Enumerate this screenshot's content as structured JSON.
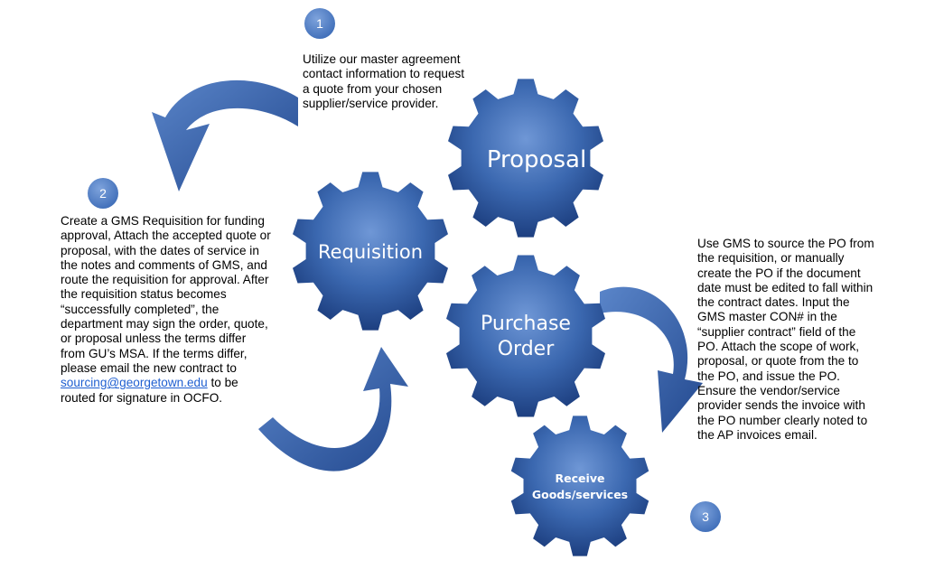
{
  "steps": [
    {
      "number": "1",
      "text": "Utilize our master agreement contact information to request a quote from your chosen supplier/service provider."
    },
    {
      "number": "2",
      "text_before": "Create a GMS Requisition  for funding approval, Attach the accepted quote or proposal, with the dates of service in the notes and comments of GMS, and route the requisition for approval. After the requisition status becomes “successfully completed”, the department may sign the order, quote, or proposal unless the terms differ from GU’s MSA.  If the terms differ, please email the new contract to ",
      "email": "sourcing@georgetown.edu",
      "text_after": " to be routed for signature in OCFO."
    },
    {
      "number": "3",
      "text": "Use GMS to source the PO from the requisition, or manually create the PO if the document date must be edited to fall within the contract dates. Input the GMS master CON# in the “supplier contract” field of the PO. Attach the scope of work, proposal, or quote from the to the PO, and issue the PO. Ensure the vendor/service provider sends the invoice with the PO number clearly noted to the AP invoices email."
    }
  ],
  "gears": {
    "proposal": "Proposal",
    "requisition": "Requisition",
    "purchase_order_line1": "Purchase",
    "purchase_order_line2": "Order",
    "receive_line1": "Receive",
    "receive_line2": "Goods/services"
  },
  "colors": {
    "gear_light": "#6f97d6",
    "gear_mid": "#3b68b0",
    "gear_dark": "#1d3f80",
    "arrow": "#2f5ba8",
    "badge": "#4a7bc4"
  }
}
